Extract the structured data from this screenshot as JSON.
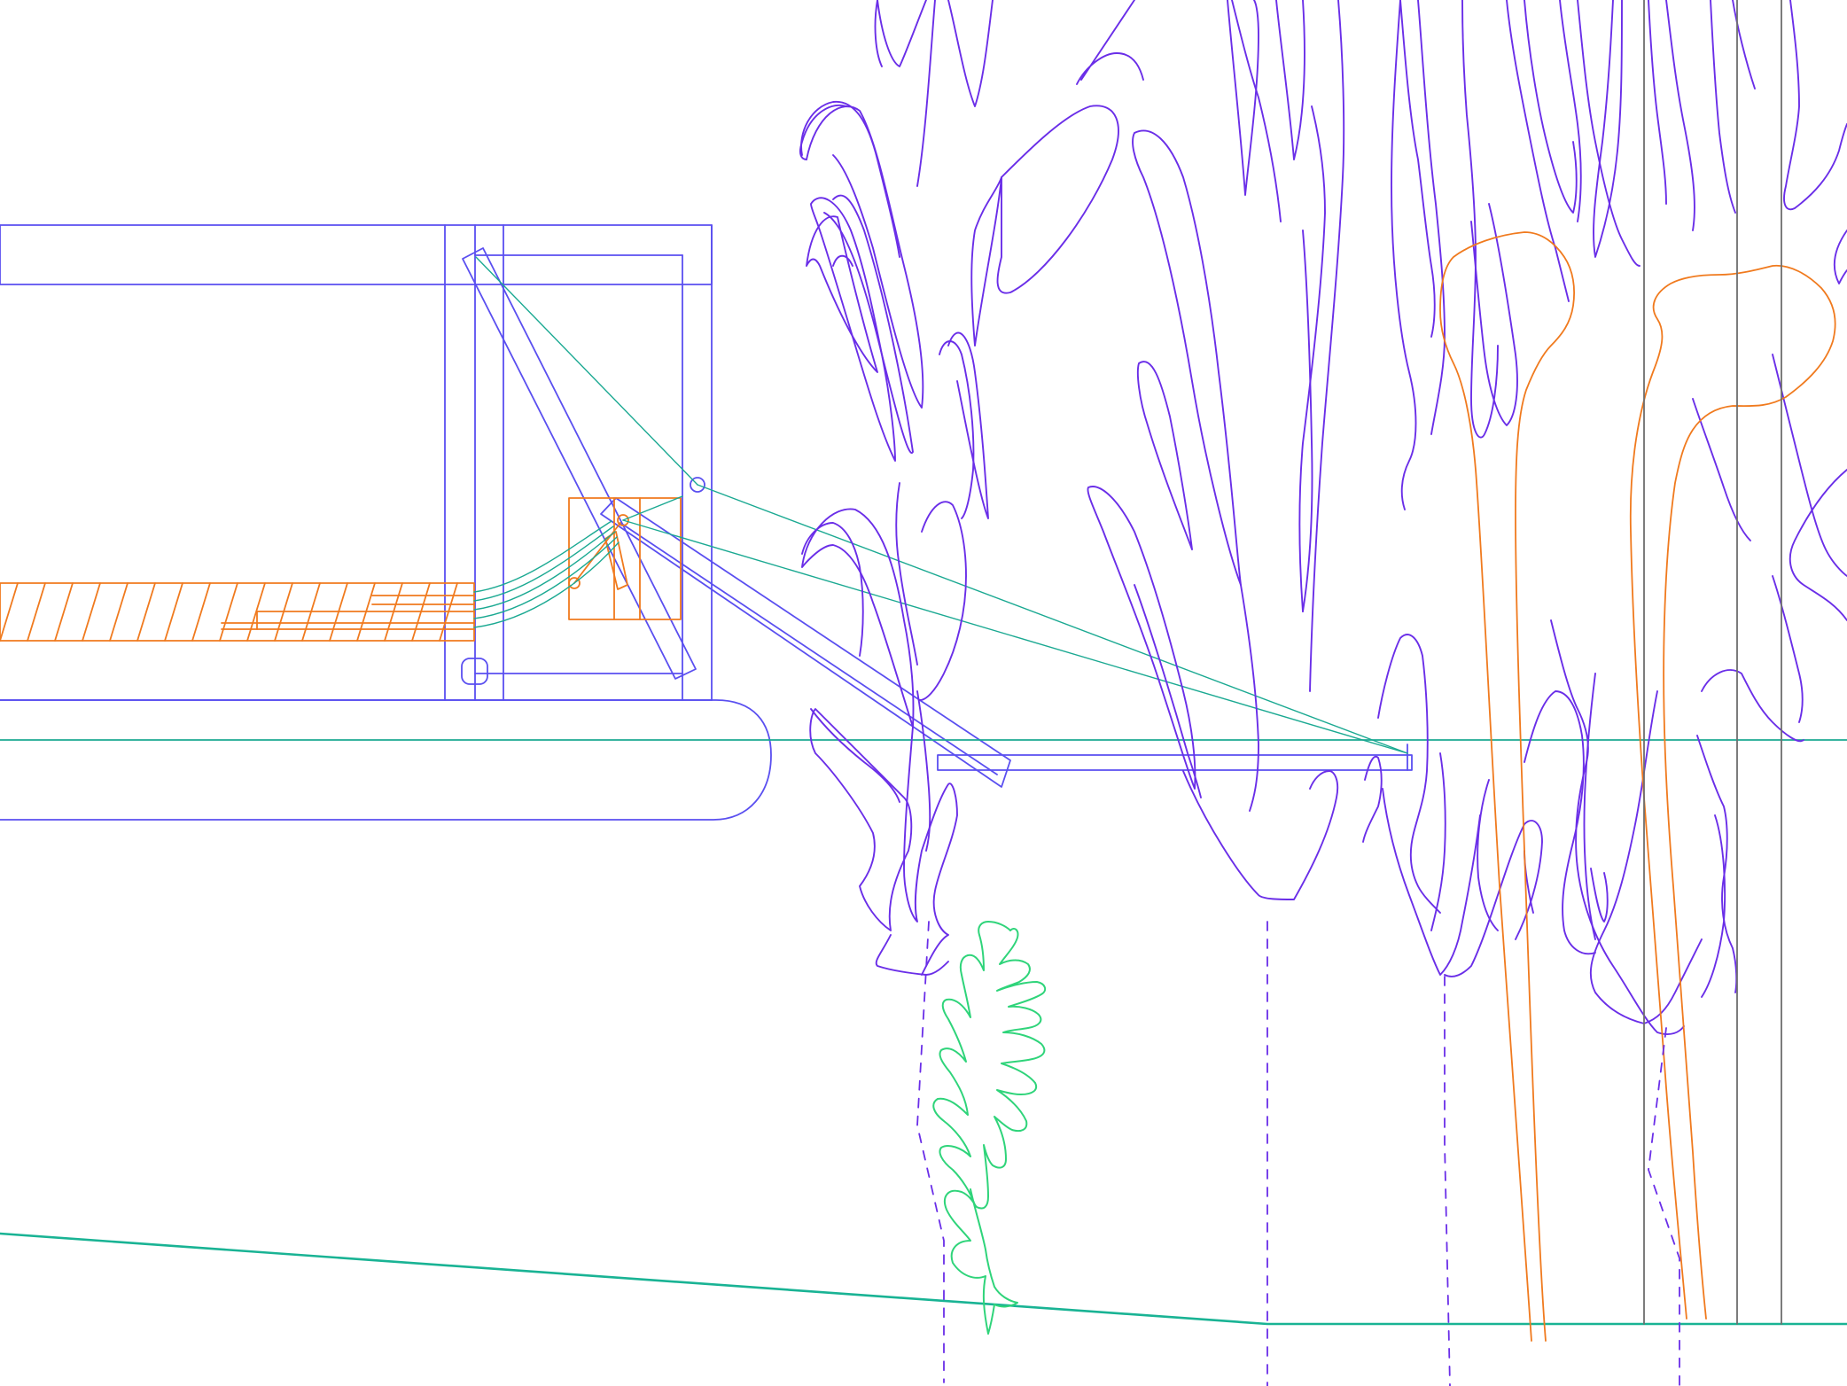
{
  "drawing": {
    "title": "",
    "colors": {
      "structure": "#5a4ff0",
      "plants": "#6a2ee8",
      "wood": "#f07a1e",
      "cable": "#1ba992",
      "ground": "#19b394",
      "leaf": "#2fd47a",
      "post": "#6e6e6e",
      "background": "#ffffff"
    },
    "elements": {
      "building_frame": "building-frame",
      "terrace": "terrace-slab",
      "wood_deck": "wood-deck",
      "pivot_arm": "pivot-arm",
      "canopy_beam": "canopy-beam",
      "guy_cables": "guy-cables",
      "water_line": "water-line",
      "ground_line": "ground-line",
      "reeds": "reed-plants",
      "leaf_plant": "leaf-plant",
      "orange_trees": "orange-trees",
      "posts": "vertical-posts"
    }
  }
}
